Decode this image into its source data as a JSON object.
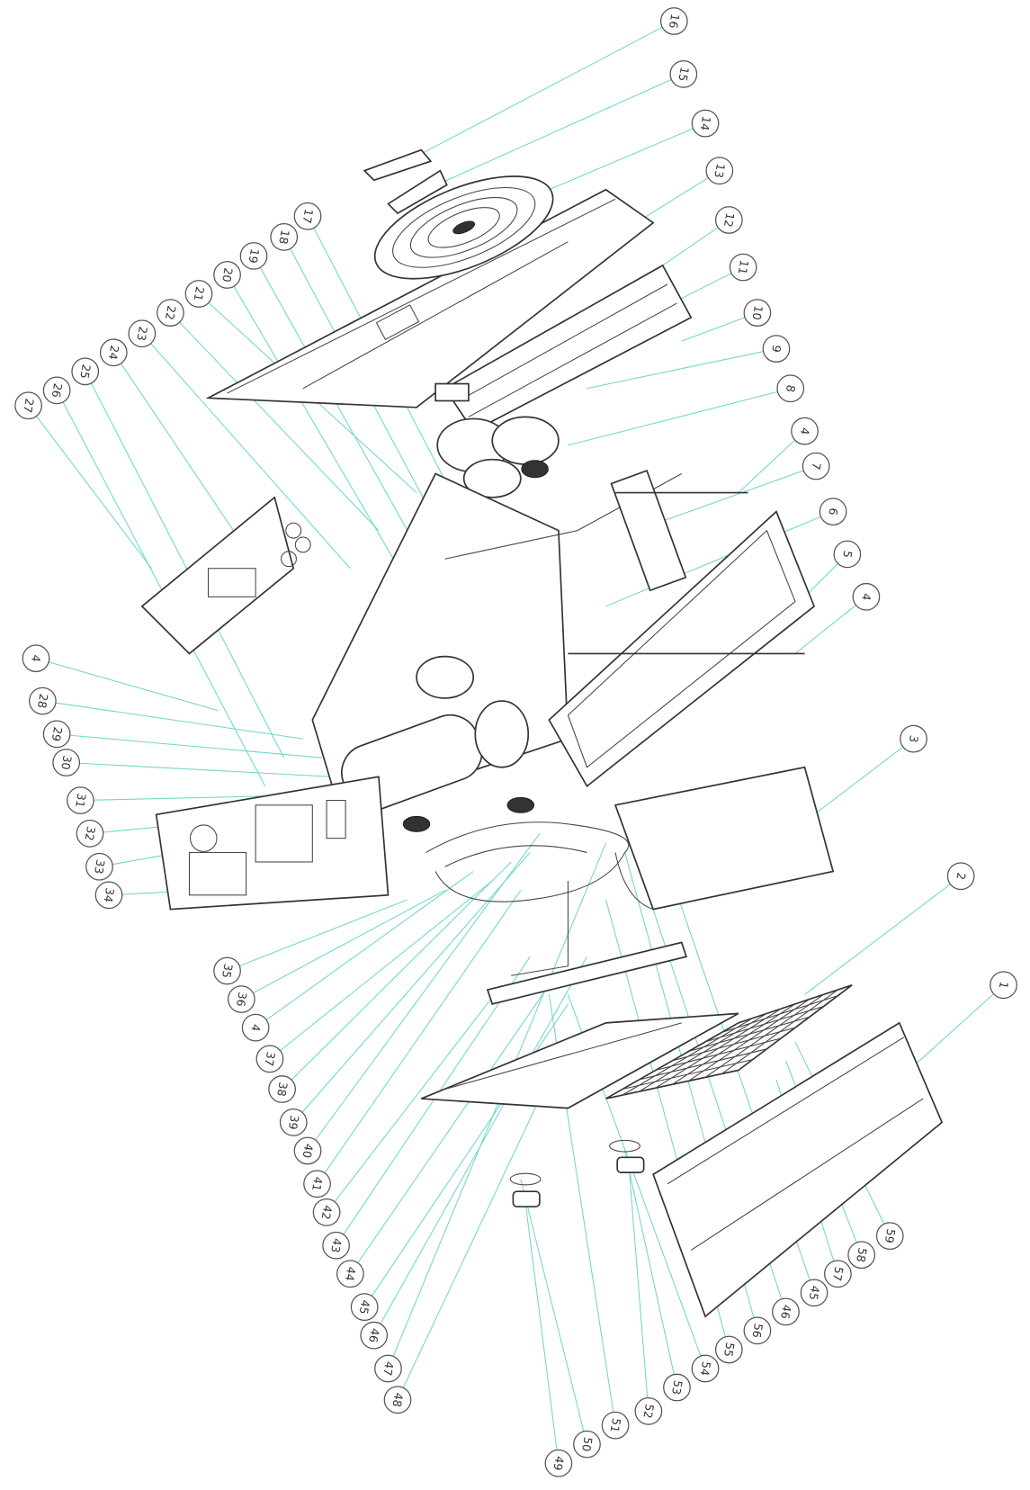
{
  "diagram": {
    "type": "exploded-parts-view",
    "leader_color": "#6fd6cc",
    "line_color": "#333333",
    "callouts": [
      "16",
      "15",
      "14",
      "13",
      "12",
      "11",
      "10",
      "9",
      "8",
      "4",
      "7",
      "6",
      "5",
      "4",
      "3",
      "2",
      "1",
      "17",
      "18",
      "19",
      "20",
      "21",
      "22",
      "23",
      "24",
      "25",
      "26",
      "27",
      "4",
      "28",
      "29",
      "30",
      "31",
      "32",
      "33",
      "34",
      "35",
      "36",
      "4",
      "37",
      "38",
      "39",
      "40",
      "41",
      "42",
      "43",
      "44",
      "45",
      "46",
      "47",
      "48",
      "49",
      "50",
      "51",
      "52",
      "53",
      "54",
      "55",
      "56",
      "46",
      "45",
      "57",
      "58",
      "59"
    ]
  }
}
